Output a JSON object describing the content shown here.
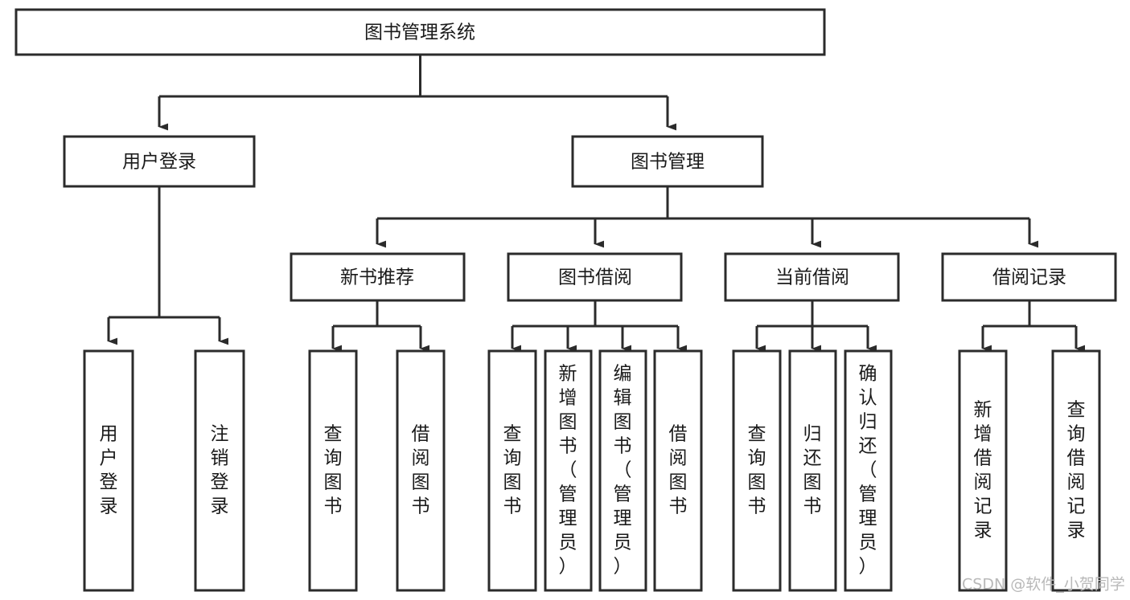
{
  "diagram": {
    "type": "tree-hierarchy-chart",
    "title": "图书管理系统",
    "orientation": "top-down",
    "colors": {
      "stroke": "#2b2b2b",
      "fill": "#ffffff",
      "text": "#1a1a1a",
      "watermark": "#b9b9b9",
      "background": "#ffffff"
    },
    "root": {
      "label": "图书管理系统"
    },
    "level2": [
      {
        "id": "user-login",
        "label": "用户登录"
      },
      {
        "id": "book-manage",
        "label": "图书管理"
      }
    ],
    "level3": [
      {
        "id": "new-book-recommend",
        "label": "新书推荐",
        "parent": "book-manage"
      },
      {
        "id": "book-borrow",
        "label": "图书借阅",
        "parent": "book-manage"
      },
      {
        "id": "current-borrow",
        "label": "当前借阅",
        "parent": "book-manage"
      },
      {
        "id": "borrow-record",
        "label": "借阅记录",
        "parent": "book-manage"
      }
    ],
    "leaves": {
      "user-login": [
        {
          "id": "leaf-user-login",
          "label": "用户登录"
        },
        {
          "id": "leaf-logout-login",
          "label": "注销登录"
        }
      ],
      "new-book-recommend": [
        {
          "id": "leaf-query-book-1",
          "label": "查询图书"
        },
        {
          "id": "leaf-borrow-book-1",
          "label": "借阅图书"
        }
      ],
      "book-borrow": [
        {
          "id": "leaf-query-book-2",
          "label": "查询图书"
        },
        {
          "id": "leaf-add-book",
          "label": "新增图书（管理员）"
        },
        {
          "id": "leaf-edit-book",
          "label": "编辑图书（管理员）"
        },
        {
          "id": "leaf-borrow-book-2",
          "label": "借阅图书"
        }
      ],
      "current-borrow": [
        {
          "id": "leaf-query-book-3",
          "label": "查询图书"
        },
        {
          "id": "leaf-return-book",
          "label": "归还图书"
        },
        {
          "id": "leaf-confirm-return",
          "label": "确认归还（管理员）"
        }
      ],
      "borrow-record": [
        {
          "id": "leaf-add-record",
          "label": "新增借阅记录"
        },
        {
          "id": "leaf-query-record",
          "label": "查询借阅记录"
        }
      ]
    },
    "watermark": "CSDN @软件_小贺同学"
  }
}
